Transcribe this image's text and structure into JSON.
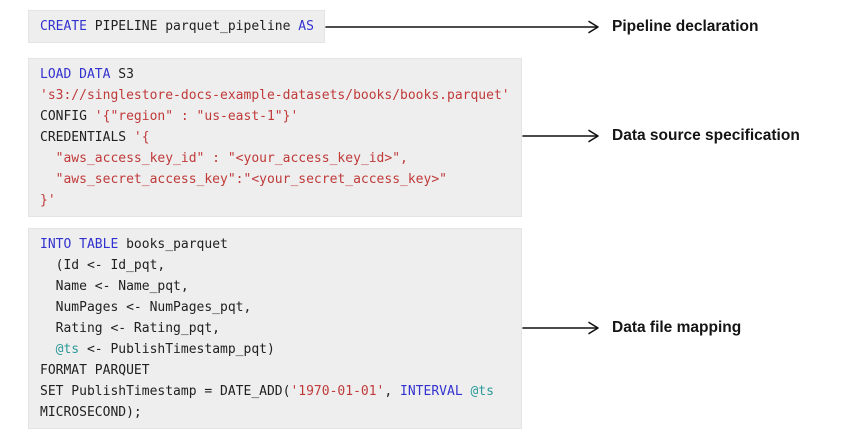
{
  "colors": {
    "keyword": "#3232cf",
    "string": "#c03a3a",
    "variable": "#2b9999",
    "code_text": "#212121",
    "block_bg": "#eeeeee",
    "label_text": "#141414",
    "arrow": "#111111"
  },
  "blocks": [
    {
      "id": "pipeline-declaration",
      "annotation": "Pipeline declaration",
      "code_lines": [
        [
          {
            "t": "CREATE",
            "c": "kw"
          },
          {
            "t": " PIPELINE parquet_pipeline ",
            "c": "pl"
          },
          {
            "t": "AS",
            "c": "kw"
          }
        ]
      ]
    },
    {
      "id": "data-source-specification",
      "annotation": "Data source specification",
      "code_lines": [
        [
          {
            "t": "LOAD DATA",
            "c": "kw"
          },
          {
            "t": " S3",
            "c": "pl"
          }
        ],
        [
          {
            "t": "'s3://singlestore-docs-example-datasets/books/books.parquet'",
            "c": "str"
          }
        ],
        [
          {
            "t": "CONFIG ",
            "c": "pl"
          },
          {
            "t": "'{\"region\" : \"us-east-1\"}'",
            "c": "str"
          }
        ],
        [
          {
            "t": "CREDENTIALS ",
            "c": "pl"
          },
          {
            "t": "'{",
            "c": "str"
          }
        ],
        [
          {
            "t": "  \"aws_access_key_id\" : \"<your_access_key_id>\",",
            "c": "str"
          }
        ],
        [
          {
            "t": "  \"aws_secret_access_key\":\"<your_secret_access_key>\"",
            "c": "str"
          }
        ],
        [
          {
            "t": "}'",
            "c": "str"
          }
        ]
      ]
    },
    {
      "id": "data-file-mapping",
      "annotation": "Data file mapping",
      "code_lines": [
        [
          {
            "t": "INTO TABLE",
            "c": "kw"
          },
          {
            "t": " books_parquet",
            "c": "pl"
          }
        ],
        [
          {
            "t": "  (Id <- Id_pqt,",
            "c": "pl"
          }
        ],
        [
          {
            "t": "  Name <- Name_pqt,",
            "c": "pl"
          }
        ],
        [
          {
            "t": "  NumPages <- NumPages_pqt,",
            "c": "pl"
          }
        ],
        [
          {
            "t": "  Rating <- Rating_pqt,",
            "c": "pl"
          }
        ],
        [
          {
            "t": "  ",
            "c": "pl"
          },
          {
            "t": "@ts",
            "c": "var"
          },
          {
            "t": " <- PublishTimestamp_pqt)",
            "c": "pl"
          }
        ],
        [
          {
            "t": "FORMAT PARQUET",
            "c": "pl"
          }
        ],
        [
          {
            "t": "SET PublishTimestamp = DATE_ADD(",
            "c": "pl"
          },
          {
            "t": "'1970-01-01'",
            "c": "str"
          },
          {
            "t": ", ",
            "c": "pl"
          },
          {
            "t": "INTERVAL",
            "c": "kw"
          },
          {
            "t": " ",
            "c": "pl"
          },
          {
            "t": "@ts",
            "c": "var"
          }
        ],
        [
          {
            "t": "MICROSECOND);",
            "c": "pl"
          }
        ]
      ]
    }
  ]
}
